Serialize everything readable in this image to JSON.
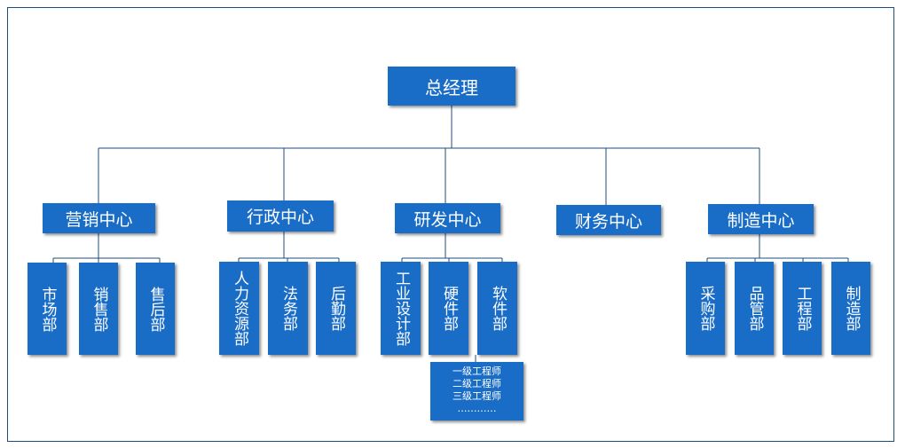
{
  "ceo": "总经理",
  "centers": [
    {
      "label": "营销中心",
      "depts": [
        "市场部",
        "销售部",
        "售后部"
      ]
    },
    {
      "label": "行政中心",
      "depts": [
        "人力资源部",
        "法务部",
        "后勤部"
      ]
    },
    {
      "label": "研发中心",
      "depts": [
        "工业设计部",
        "硬件部",
        "软件部"
      ]
    },
    {
      "label": "财务中心",
      "depts": []
    },
    {
      "label": "制造中心",
      "depts": [
        "采购部",
        "品管部",
        "工程部",
        "制造部"
      ]
    }
  ],
  "engineer_levels": [
    "一级工程师",
    "二级工程师",
    "三级工程师",
    "…………"
  ],
  "colors": {
    "box": "#1A6DC7",
    "line": "#1F4E79"
  }
}
